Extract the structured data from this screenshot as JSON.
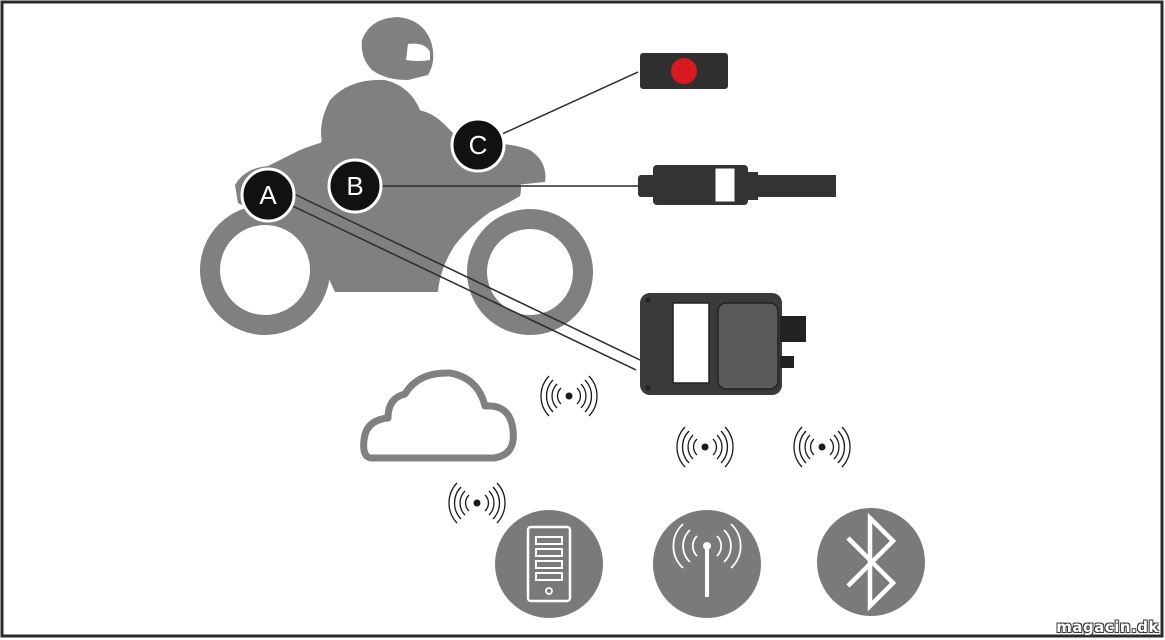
{
  "diagram": {
    "callouts": [
      {
        "letter": "A",
        "component": "control-unit"
      },
      {
        "letter": "B",
        "component": "connector-cable"
      },
      {
        "letter": "C",
        "component": "sos-button"
      }
    ],
    "colors": {
      "frame": "#2b2b2b",
      "rider": "#808080",
      "badge": "#111111",
      "device": "#3a3a3a",
      "device_panel": "#5a5a5a",
      "button_red": "#d71920",
      "icon_circle": "#7a7a7a",
      "signal": "#1a1a1a"
    },
    "icons": [
      "cloud-icon",
      "server-icon",
      "cell-tower-icon",
      "bluetooth-icon",
      "wireless-signal-icon"
    ]
  },
  "watermark": {
    "text": "magacin.dk"
  }
}
